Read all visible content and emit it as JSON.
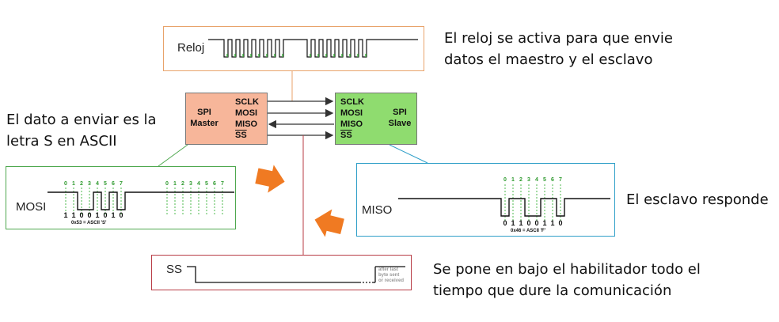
{
  "captions": {
    "clock": [
      "El reloj se activa para que envie",
      "datos el maestro y el esclavo"
    ],
    "data": [
      "El dato a enviar es la",
      "letra S en ASCII"
    ],
    "slave": "El esclavo responde",
    "ss": [
      "Se pone en bajo el habilitador todo el",
      "tiempo que dure la comunicación"
    ]
  },
  "clock_panel": {
    "label": "Reloj"
  },
  "master": {
    "title": [
      "SPI",
      "Master"
    ],
    "pins": [
      "SCLK",
      "MOSI",
      "MISO",
      "SS"
    ]
  },
  "slave": {
    "title": [
      "SPI",
      "Slave"
    ],
    "pins": [
      "SCLK",
      "MOSI",
      "MISO",
      "SS"
    ]
  },
  "mosi_panel": {
    "label": "MOSI",
    "bit_numbers": [
      "0",
      "1",
      "2",
      "3",
      "4",
      "5",
      "6",
      "7"
    ],
    "bit_values": [
      "1",
      "1",
      "0",
      "0",
      "1",
      "0",
      "1",
      "0"
    ],
    "code": "0x53 = ASCII 'S'"
  },
  "miso_panel": {
    "label": "MISO",
    "bit_numbers": [
      "0",
      "1",
      "2",
      "3",
      "4",
      "5",
      "6",
      "7"
    ],
    "bit_values": [
      "0",
      "1",
      "1",
      "0",
      "0",
      "1",
      "1",
      "0"
    ],
    "code": "0x46 = ASCII 'F'"
  },
  "ss_panel": {
    "label": "SS",
    "note": [
      "after last",
      "byte sent",
      "or received"
    ]
  },
  "colors": {
    "clock_border": "#e8a36b",
    "mosi_border": "#4fa84f",
    "miso_border": "#2f9fc8",
    "ss_border": "#b83c46",
    "master_fill": "#f7b69a",
    "slave_fill": "#8fdc6f",
    "arrow": "#f07a22",
    "clock_tick": "#4cb84c"
  }
}
